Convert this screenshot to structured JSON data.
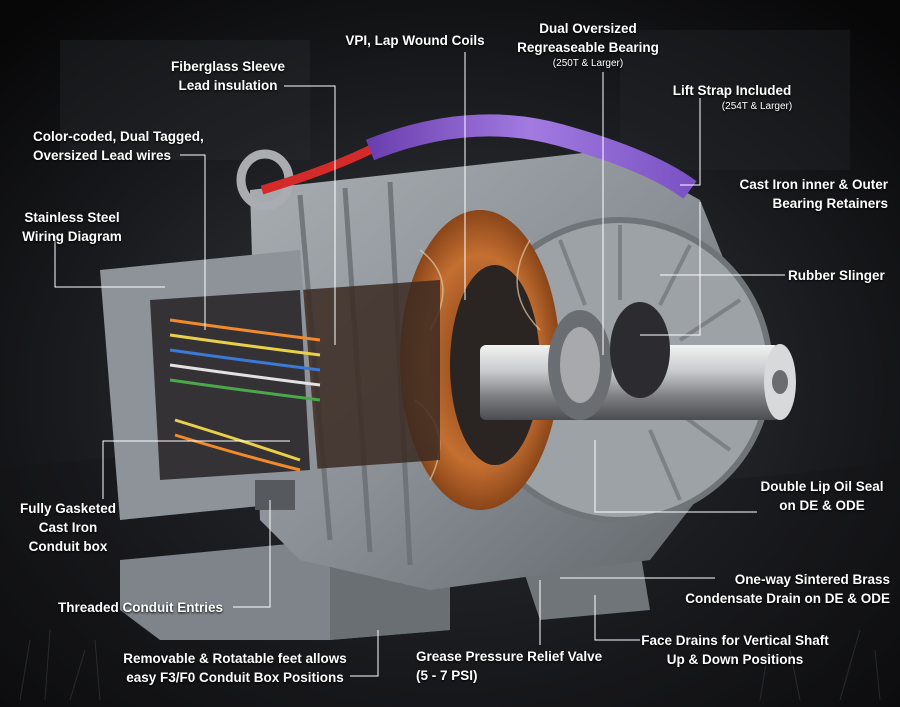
{
  "callouts": {
    "vpi": {
      "text": "VPI, Lap Wound Coils"
    },
    "bearing": {
      "line1": "Dual Oversized",
      "line2": "Regreaseable Bearing",
      "note": "(250T & Larger)"
    },
    "fiberglass": {
      "line1": "Fiberglass Sleeve",
      "line2": "Lead insulation"
    },
    "lift_strap": {
      "line1": "Lift Strap Included",
      "note": "(254T & Larger)"
    },
    "lead_wires": {
      "line1": "Color-coded, Dual Tagged,",
      "line2": "Oversized Lead wires"
    },
    "retainers": {
      "line1": "Cast Iron inner & Outer",
      "line2": "Bearing Retainers"
    },
    "wiring": {
      "line1": "Stainless Steel",
      "line2": "Wiring Diagram"
    },
    "slinger": {
      "text": "Rubber Slinger"
    },
    "oil_seal": {
      "line1": "Double Lip Oil Seal",
      "line2": "on DE & ODE"
    },
    "conduit_box": {
      "line1": "Fully Gasketed",
      "line2": "Cast Iron",
      "line3": "Conduit box"
    },
    "drain": {
      "line1": "One-way Sintered Brass",
      "line2": "Condensate Drain on DE & ODE"
    },
    "entries": {
      "text": "Threaded Conduit Entries"
    },
    "face_drains": {
      "line1": "Face Drains for Vertical Shaft",
      "line2": "Up & Down Positions"
    },
    "grease": {
      "line1": "Grease Pressure Relief Valve",
      "line2": "(5 - 7 PSI)"
    },
    "feet": {
      "line1": "Removable & Rotatable feet allows",
      "line2": "easy F3/F0 Conduit Box Positions"
    }
  },
  "colors": {
    "background": "#0c0c0e",
    "casting": "#8f959a",
    "copper": "#b8652c",
    "strap": "#8a5cc8",
    "leader": "#ffffff"
  }
}
